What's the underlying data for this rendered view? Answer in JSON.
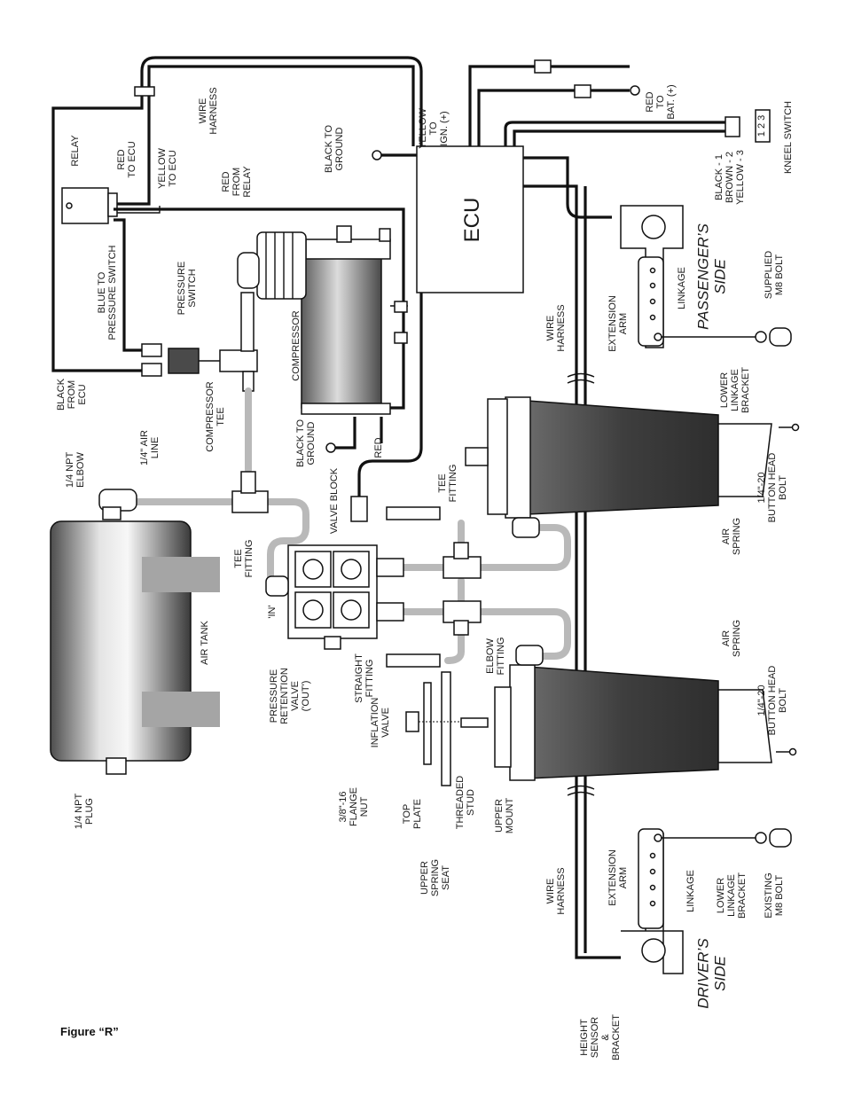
{
  "figure_caption": "Figure “R”",
  "components": {
    "ecu": "ECU",
    "relay": "RELAY",
    "compressor": "COMPRESSOR",
    "air_tank": "AIR TANK",
    "valve_block": "VALVE BLOCK",
    "kneel_switch": "KNEEL SWITCH",
    "kneel_switch_pins": "1 2 3"
  },
  "wiring_labels": {
    "wire_harness_top": [
      "WIRE",
      "HARNESS"
    ],
    "red_to_ecu": [
      "RED",
      "TO ECU"
    ],
    "yellow_to_ecu": [
      "YELLOW",
      "TO ECU"
    ],
    "red_from_relay": [
      "RED",
      "FROM",
      "RELAY"
    ],
    "black_to_ground_top": [
      "BLACK TO",
      "GROUND"
    ],
    "yellow_to_ign": [
      "YELLOW",
      "TO",
      "IGN. (+)"
    ],
    "red_to_bat": [
      "RED",
      "TO",
      "BAT. (+)"
    ],
    "kneel_colors": [
      "BLACK - 1",
      "BROWN - 2",
      "YELLOW - 3"
    ],
    "blue_to_pressure_switch": [
      "BLUE TO",
      "PRESSURE SWITCH"
    ],
    "pressure_switch": [
      "PRESSURE",
      "SWITCH"
    ],
    "black_from_ecu": [
      "BLACK",
      "FROM",
      "ECU"
    ],
    "compressor_tee": [
      "COMPRESSOR",
      "TEE"
    ],
    "black_to_ground_mid": [
      "BLACK TO",
      "GROUND"
    ],
    "red_mid": "RED",
    "wire_harness_mid": [
      "WIRE",
      "HARNESS"
    ],
    "wire_harness_low": [
      "WIRE",
      "HARNESS"
    ]
  },
  "plumbing_labels": {
    "npt_elbow": [
      "1/4 NPT",
      "ELBOW"
    ],
    "air_line": [
      "1/4\" AIR",
      "LINE"
    ],
    "tee_fitting_left": [
      "TEE",
      "FITTING"
    ],
    "tee_fitting_right": [
      "TEE",
      "FITTING"
    ],
    "in_port": "'IN'",
    "pressure_retention": [
      "PRESSURE",
      "RETENTION",
      "VALVE",
      "('OUT')"
    ],
    "straight_fitting": [
      "STRAIGHT",
      "FITTING"
    ],
    "inflation_valve": [
      "INFLATION",
      "VALVE"
    ],
    "flange_nut": [
      "3/8\"-16",
      "FLANGE",
      "NUT"
    ],
    "top_plate": [
      "TOP",
      "PLATE"
    ],
    "upper_spring_seat": [
      "UPPER",
      "SPRING",
      "SEAT"
    ],
    "threaded_stud": [
      "THREADED",
      "STUD"
    ],
    "upper_mount": [
      "UPPER",
      "MOUNT"
    ],
    "elbow_fitting": [
      "ELBOW",
      "FITTING"
    ],
    "npt_plug": [
      "1/4 NPT",
      "PLUG"
    ]
  },
  "suspension_labels": {
    "passengers_side": [
      "PASSENGER’S",
      "SIDE"
    ],
    "drivers_side": [
      "DRIVER’S",
      "SIDE"
    ],
    "extension_arm_top": [
      "EXTENSION",
      "ARM"
    ],
    "linkage_top": "LINKAGE",
    "supplied_m8": [
      "SUPPLIED",
      "M8 BOLT"
    ],
    "lower_linkage_top": [
      "LOWER",
      "LINKAGE",
      "BRACKET"
    ],
    "button_head_top": [
      "1/4\"-20",
      "BUTTON HEAD",
      "BOLT"
    ],
    "air_spring_top": [
      "AIR",
      "SPRING"
    ],
    "air_spring_bottom": [
      "AIR",
      "SPRING"
    ],
    "button_head_bottom": [
      "1/4\"-20",
      "BUTTON HEAD",
      "BOLT"
    ],
    "extension_arm_bottom": [
      "EXTENSION",
      "ARM"
    ],
    "linkage_bottom": "LINKAGE",
    "lower_linkage_bottom": [
      "LOWER",
      "LINKAGE",
      "BRACKET"
    ],
    "existing_m8": [
      "EXISTING",
      "M8 BOLT"
    ],
    "height_sensor": [
      "HEIGHT",
      "SENSOR",
      "&",
      "BRACKET"
    ]
  },
  "colors": {
    "line": "#111111",
    "air_line": "#b9b9b9",
    "spring_body": "#4a4a4a",
    "tank_mid": "#c9c9c9"
  }
}
